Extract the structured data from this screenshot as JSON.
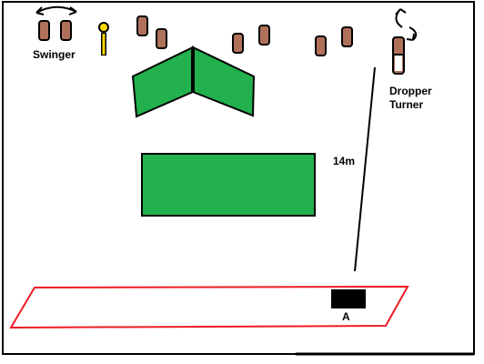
{
  "labels": {
    "swinger": "Swinger",
    "dropper_turner_line1": "Dropper",
    "dropper_turner_line2": "Turner",
    "distance": "14m",
    "point_a": "A"
  },
  "colors": {
    "pole": "#b0715a",
    "hurdle": "#22b14c",
    "boundary": "#ed1c24",
    "marker": "#000000",
    "bell": "#ffd700"
  }
}
